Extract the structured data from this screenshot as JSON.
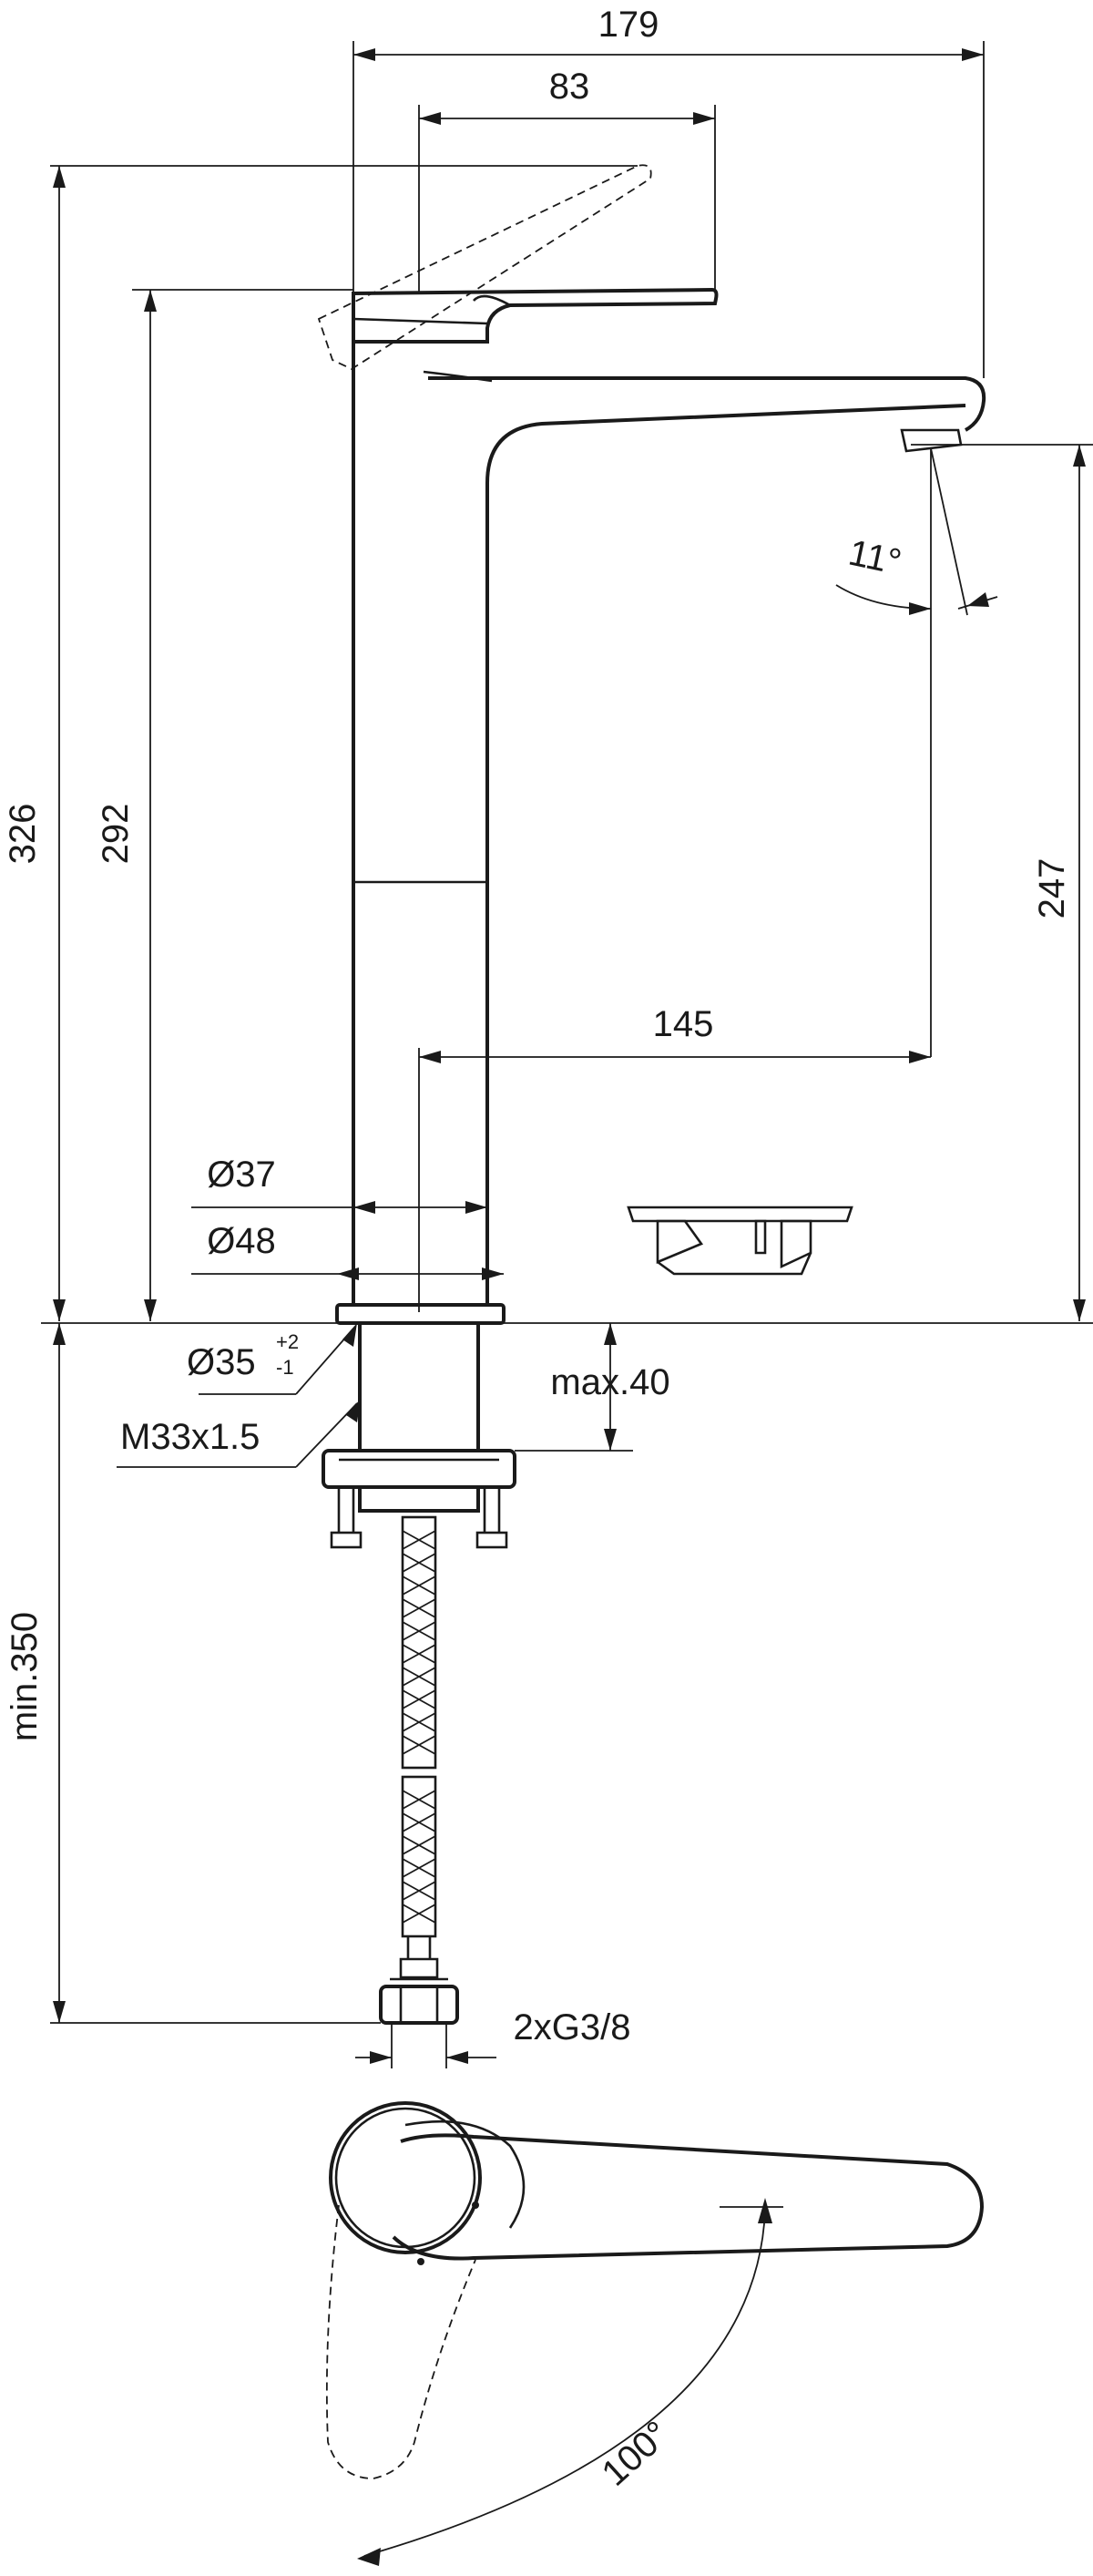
{
  "dimensions": {
    "overall_width": "179",
    "lever_width": "83",
    "overall_height": "326",
    "body_height": "292",
    "spout_height": "247",
    "spout_reach": "145",
    "spout_angle": "11°",
    "body_diameter": "Ø37",
    "base_diameter": "Ø48",
    "hole_diameter": "Ø35",
    "hole_tolerance_plus": "+2",
    "hole_tolerance_minus": "-1",
    "thread": "M33x1.5",
    "max_deck_thickness": "max.40",
    "min_hose_length": "min.350",
    "connections": "2xG3/8",
    "lever_rotation": "100°"
  }
}
